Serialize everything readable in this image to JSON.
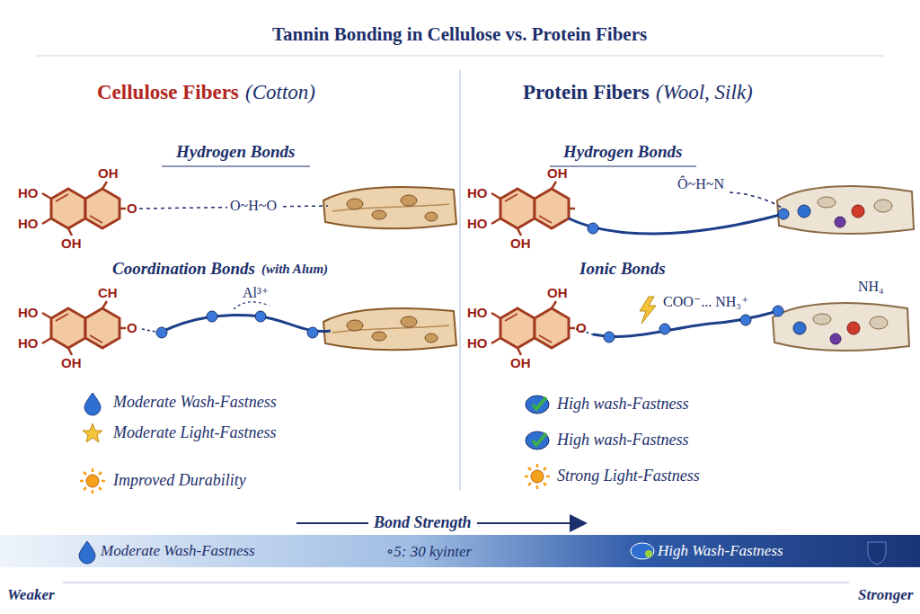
{
  "diagram": {
    "title": "Tannin Bonding in Cellulose vs. Protein Fibers",
    "nodes": [
      {
        "text": [
          "Moderate Wash-Fastness",
          "∘5: 30 kyinter",
          "High Wash-Fastness"
        ]
      }
    ],
    "labels": [
      "Cellulose Fibers",
      "(Cotton)",
      "Protein Fibers",
      "(Wool, Silk)",
      "Hydrogen Bonds",
      "Hydrogen Bonds",
      "HO",
      "OH",
      "HO",
      "OH",
      "O",
      "O~H~O",
      "HO",
      "OH",
      "HO",
      "OH",
      "Ô~H~N",
      "Coordination Bonds",
      "(with Alum)",
      "Ionic Bonds",
      "HO",
      "CH",
      "HO",
      "OH",
      "O",
      "Al³⁺",
      "HO",
      "OH",
      "HO",
      "OH",
      "O",
      "COO⁻... NH₃⁺",
      "NH₄",
      "Moderate Wash-Fastness",
      "Moderate Light-Fastness",
      "Improved Durability",
      "High wash-Fastness",
      "High wash-Fastness",
      "Strong Light-Fastness",
      "Bond Strength",
      "Weaker",
      "Stronger"
    ]
  }
}
